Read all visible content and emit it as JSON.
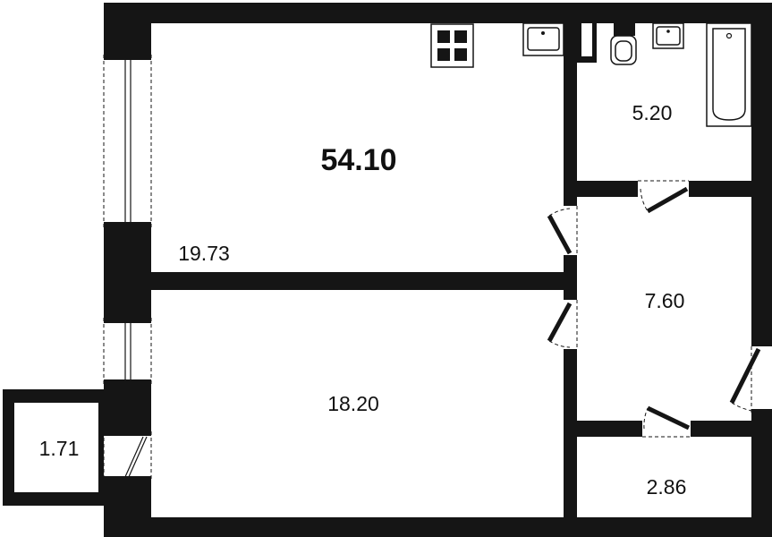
{
  "total_area": "54.10",
  "rooms": {
    "living": "19.73",
    "bedroom": "18.20",
    "bathroom": "5.20",
    "hallway": "7.60",
    "storage": "2.86",
    "balcony": "1.71"
  }
}
